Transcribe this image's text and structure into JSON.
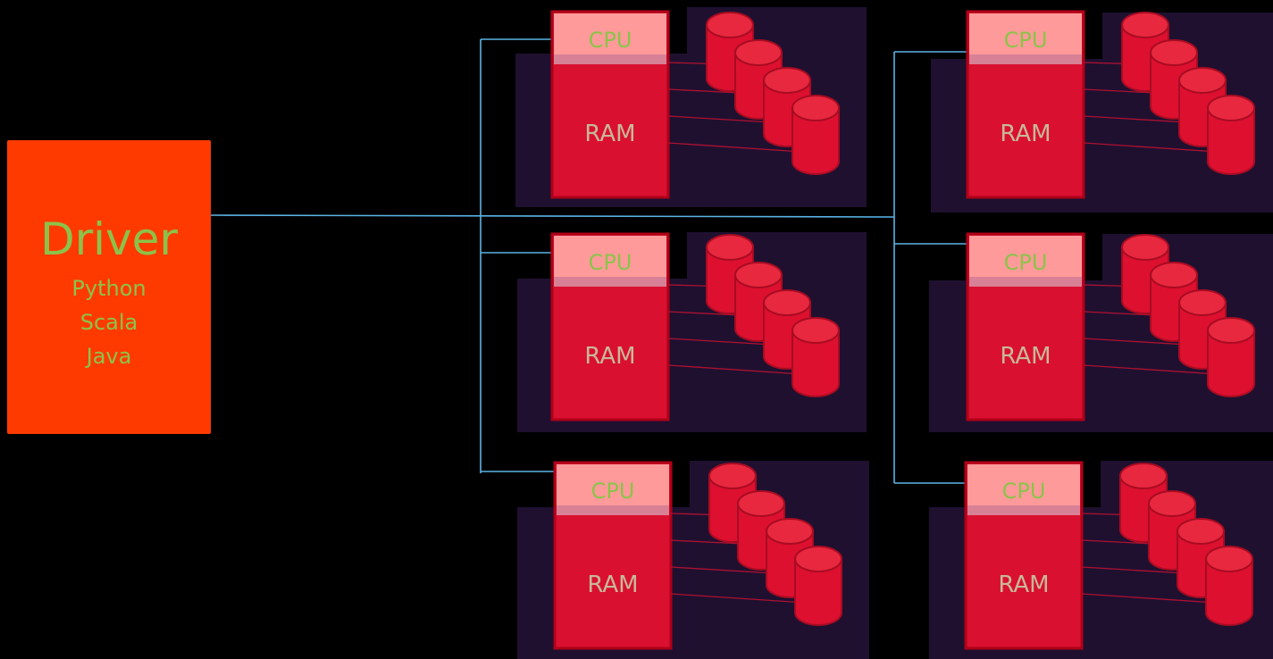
{
  "driver": {
    "title": "Driver",
    "languages": [
      "Python",
      "Scala",
      "Java"
    ]
  },
  "workers": [
    {
      "cpu_label": "CPU",
      "ram_label": "RAM"
    },
    {
      "cpu_label": "CPU",
      "ram_label": "RAM"
    },
    {
      "cpu_label": "CPU",
      "ram_label": "RAM"
    },
    {
      "cpu_label": "CPU",
      "ram_label": "RAM"
    },
    {
      "cpu_label": "CPU",
      "ram_label": "RAM"
    },
    {
      "cpu_label": "CPU",
      "ram_label": "RAM"
    }
  ],
  "disks_per_worker": 4,
  "colors": {
    "background": "#000000",
    "driver_fill": "#ff3a00",
    "driver_text": "#8bc34a",
    "cpu_fill": "#ff9a9a",
    "cpu_text": "#8bc34a",
    "ram_fill": "#d91030",
    "ram_border": "#b00018",
    "ram_text": "#c8b89a",
    "worker_panel": "#1f1030",
    "disk_fill": "#dd1030",
    "disk_top": "#e8283f",
    "disk_edge": "#a80c22",
    "network_line": "#5ab4e6"
  }
}
